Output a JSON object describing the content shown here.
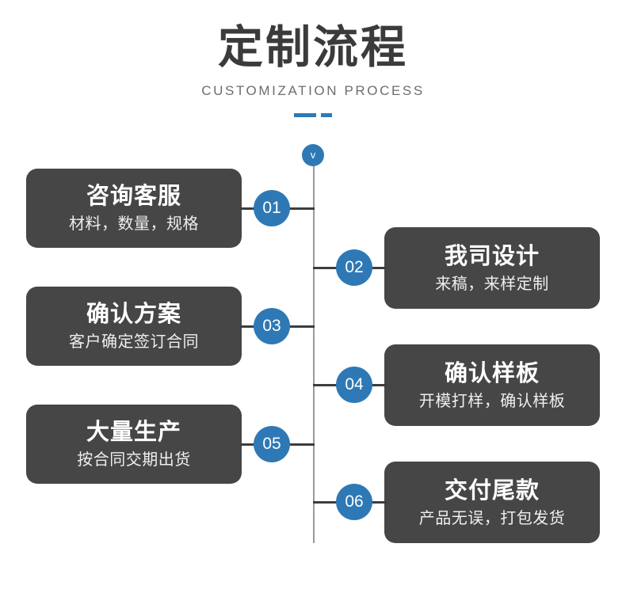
{
  "header": {
    "title": "定制流程",
    "subtitle": "CUSTOMIZATION PROCESS",
    "divider_color": "#2e79b5"
  },
  "timeline": {
    "cap_glyph": "v",
    "line_color": "#9a9a9a",
    "connector_color": "#3d3d3d"
  },
  "theme": {
    "accent_blue": "#2e79b5",
    "card_background": "#464646",
    "card_title_color": "#ffffff",
    "card_desc_color": "#efefef",
    "page_background": "#ffffff",
    "title_color": "#3b3b3b",
    "subtitle_color": "#6d6d6d"
  },
  "steps": [
    {
      "number": "01",
      "side": "left",
      "title": "咨询客服",
      "desc": "材料，数量，规格"
    },
    {
      "number": "02",
      "side": "right",
      "title": "我司设计",
      "desc": "来稿，来样定制"
    },
    {
      "number": "03",
      "side": "left",
      "title": "确认方案",
      "desc": "客户确定签订合同"
    },
    {
      "number": "04",
      "side": "right",
      "title": "确认样板",
      "desc": "开模打样，确认样板"
    },
    {
      "number": "05",
      "side": "left",
      "title": "大量生产",
      "desc": "按合同交期出货"
    },
    {
      "number": "06",
      "side": "right",
      "title": "交付尾款",
      "desc": "产品无误，打包发货"
    }
  ]
}
